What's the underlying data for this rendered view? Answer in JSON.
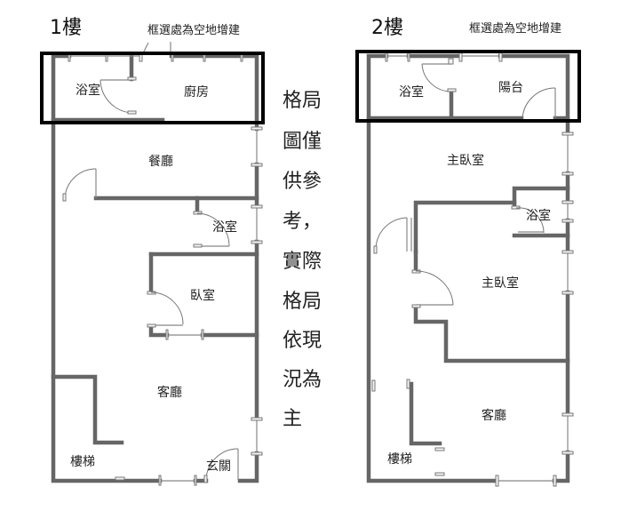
{
  "floor1": {
    "title": "1樓",
    "note": "框選處為空地增建",
    "rooms": [
      "浴室",
      "廚房",
      "餐廳",
      "浴室",
      "臥室",
      "客廳",
      "樓梯",
      "玄關"
    ]
  },
  "floor2": {
    "title": "2樓",
    "note": "框選處為空地增建",
    "rooms": [
      "浴室",
      "陽台",
      "主臥室",
      "浴室",
      "主臥室",
      "客廳",
      "樓梯"
    ]
  },
  "disclaimer": [
    "格局",
    "圖僅",
    "供參",
    "考，",
    "實際",
    "格局",
    "依現",
    "況為",
    "主"
  ],
  "colors": {
    "wall": "#666666",
    "highlight_box": "#000000"
  }
}
